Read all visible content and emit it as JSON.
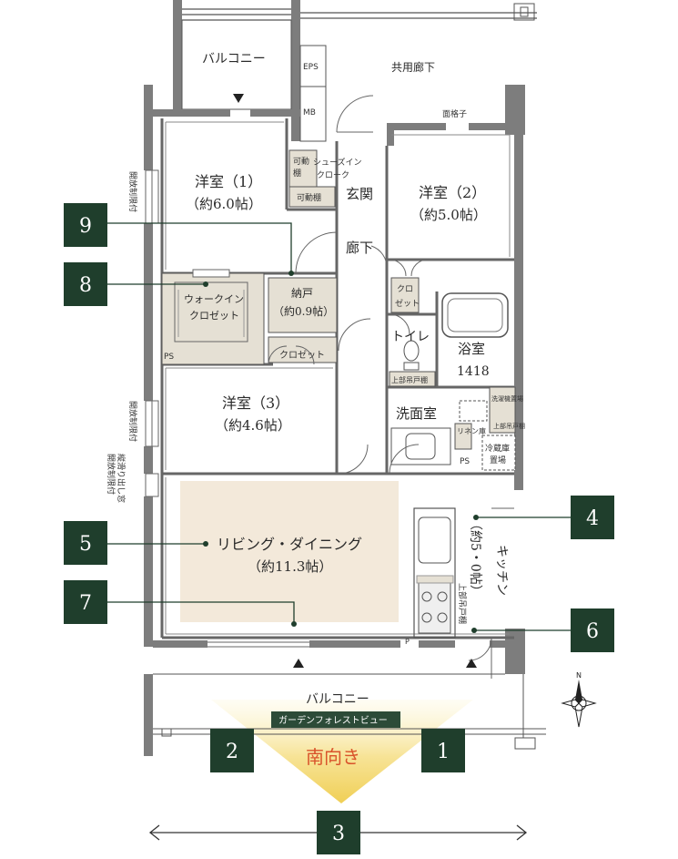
{
  "rooms": {
    "balcony_top": "バルコニー",
    "common_corridor": "共用廊下",
    "eps": "EPS",
    "mb": "MB",
    "window_grille": "面格子",
    "western1": "洋室（1）",
    "western1_size": "（約6.0帖）",
    "western2": "洋室（2）",
    "western2_size": "（約5.0帖）",
    "western3": "洋室（3）",
    "western3_size": "（約4.6帖）",
    "shoes_in_closet_1": "シューズイン",
    "shoes_in_closet_2": "クローク",
    "movable_shelf_a1": "可動",
    "movable_shelf_a2": "棚",
    "movable_shelf_b": "可動棚",
    "entrance": "玄関",
    "hallway": "廊下",
    "storage": "納戸",
    "storage_size": "（約0.9帖）",
    "walk_in_1": "ウォークイン",
    "walk_in_2": "クロゼット",
    "closet_small_1": "クロ",
    "closet_small_2": "ゼット",
    "closet": "クロゼット",
    "toilet": "トイレ",
    "bathroom": "浴室",
    "bath_size": "1418",
    "upper_cabinet": "上部吊戸棚",
    "washroom": "洗面室",
    "washer_place": "洗濯機置場",
    "upper_cabinet_v": "上部吊戸棚",
    "linen": "リネン庫",
    "fridge_1": "冷蔵庫",
    "fridge_2": "置場",
    "ps1": "PS",
    "ps2": "PS",
    "p": "P",
    "living": "リビング・ダイニング",
    "living_size": "（約11.3帖）",
    "kitchen": "キッチン",
    "kitchen_size": "（約5・0帖）",
    "upper_cabinet_kitchen": "上部吊戸棚",
    "balcony_bottom": "バルコニー",
    "garden_view": "ガーデンフォレストビュー",
    "south_facing": "南向き",
    "open_limit_1": "開放制限付",
    "open_limit_2": "開放制限付",
    "sliding_window": "縦滑り出し窓",
    "sliding_window_limit": "開放制限付"
  },
  "badges": [
    "9",
    "8",
    "5",
    "7",
    "4",
    "6",
    "2",
    "1",
    "3"
  ],
  "colors": {
    "badge": "#1f3e2c",
    "wall": "#7d7d7d",
    "living_floor": "#f3e9da",
    "closet_fill": "#e5e0d4",
    "garden_label_bg": "#2c4b38",
    "sun_glow": "#f6e08a"
  }
}
